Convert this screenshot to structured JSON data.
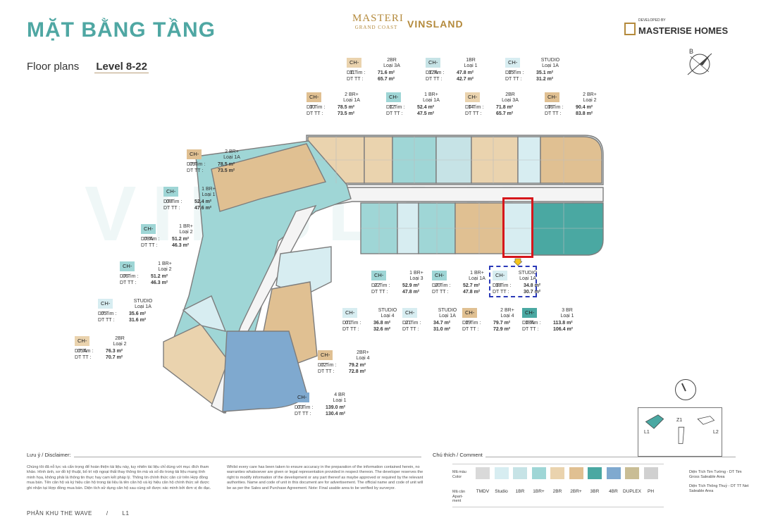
{
  "header": {
    "title": "MẶT BẰNG TẦNG",
    "subtitle": "Floor plans",
    "level": "Level 8-22",
    "brand_masteri": "MASTERI",
    "brand_masteri_sub": "GRAND COAST",
    "brand_vinsland": "VINSLAND",
    "brand_developer_caption": "DEVELOPED BY",
    "brand_developer": "MASTERISE HOMES"
  },
  "compass_label": "B",
  "watermark": "VINSLAND",
  "units": [
    {
      "id": "ch-11",
      "code": "CH-11",
      "type": "2BR",
      "loai": "Loại 3A",
      "dt_tim_label": "DT Tim :",
      "dt_tim": "71.6 m²",
      "dt_tt_label": "DT TT :",
      "dt_tt": "65.7 m²"
    },
    {
      "id": "ch-12a",
      "code": "CH-12A",
      "type": "1BR",
      "loai": "Loại 1",
      "dt_tim_label": "DT Tim :",
      "dt_tim": "47.8 m²",
      "dt_tt_label": "DT TT :",
      "dt_tt": "42.7 m²"
    },
    {
      "id": "ch-15",
      "code": "CH-15",
      "type": "STUDIO",
      "loai": "Loại 1A",
      "dt_tim_label": "DT Tim :",
      "dt_tim": "35.1 m²",
      "dt_tt_label": "DT TT :",
      "dt_tt": "31.2 m²"
    },
    {
      "id": "ch-10",
      "code": "CH-10",
      "type": "2 BR+",
      "loai": "Loại 1A",
      "dt_tim_label": "DT Tim :",
      "dt_tim": "78.5 m²",
      "dt_tt_label": "DT TT :",
      "dt_tt": "73.5 m²"
    },
    {
      "id": "ch-12",
      "code": "CH-12",
      "type": "1 BR+",
      "loai": "Loại 1A",
      "dt_tim_label": "DT Tim :",
      "dt_tim": "52.4 m²",
      "dt_tt_label": "DT TT :",
      "dt_tt": "47.5 m²"
    },
    {
      "id": "ch-14",
      "code": "CH-14",
      "type": "2BR",
      "loai": "Loại 3A",
      "dt_tim_label": "DT Tim :",
      "dt_tim": "71.8 m²",
      "dt_tt_label": "DT TT :",
      "dt_tt": "65.7 m²"
    },
    {
      "id": "ch-16",
      "code": "CH-16",
      "type": "2 BR+",
      "loai": "Loại 2",
      "dt_tim_label": "DT Tim :",
      "dt_tim": "90.4 m²",
      "dt_tt_label": "DT TT :",
      "dt_tt": "83.8 m²"
    },
    {
      "id": "ch-09",
      "code": "CH-09",
      "type": "2 BR+",
      "loai": "Loại 1A",
      "dt_tim_label": "DT Tim :",
      "dt_tim": "78.5 m²",
      "dt_tt_label": "DT TT :",
      "dt_tt": "73.5 m²"
    },
    {
      "id": "ch-08",
      "code": "CH-08",
      "type": "1 BR+",
      "loai": "Loại 1",
      "dt_tim_label": "DT Tim :",
      "dt_tim": "52.4 m²",
      "dt_tt_label": "DT TT :",
      "dt_tt": "47.6 m²"
    },
    {
      "id": "ch-08a",
      "code": "CH-08A",
      "type": "1 BR+",
      "loai": "Loại 2",
      "dt_tim_label": "DT Tim :",
      "dt_tim": "51.2 m²",
      "dt_tt_label": "DT TT :",
      "dt_tt": "46.3 m²"
    },
    {
      "id": "ch-06",
      "code": "CH-06",
      "type": "1 BR+",
      "loai": "Loại 2",
      "dt_tim_label": "DT Tim :",
      "dt_tim": "51.2 m²",
      "dt_tt_label": "DT TT :",
      "dt_tt": "46.3 m²"
    },
    {
      "id": "ch-05",
      "code": "CH-05",
      "type": "STUDIO",
      "loai": "Loại 1A",
      "dt_tim_label": "DT Tim :",
      "dt_tim": "35.6 m²",
      "dt_tt_label": "DT TT :",
      "dt_tt": "31.6 m²"
    },
    {
      "id": "ch-05a",
      "code": "CH-05A",
      "type": "2BR",
      "loai": "Loại 2",
      "dt_tim_label": "DT Tim :",
      "dt_tim": "76.3 m²",
      "dt_tt_label": "DT TT :",
      "dt_tt": "70.7 m²"
    },
    {
      "id": "ch-22",
      "code": "CH-22",
      "type": "1 BR+",
      "loai": "Loại 3",
      "dt_tim_label": "DT Tim :",
      "dt_tim": "52.9 m²",
      "dt_tt_label": "DT TT :",
      "dt_tt": "47.8 m²"
    },
    {
      "id": "ch-20",
      "code": "CH-20",
      "type": "1 BR+",
      "loai": "Loại 1A",
      "dt_tim_label": "DT Tim :",
      "dt_tim": "52.7 m²",
      "dt_tt_label": "DT TT :",
      "dt_tt": "47.8 m²"
    },
    {
      "id": "ch-18",
      "code": "CH-18",
      "type": "STUDIO",
      "loai": "Loại 1A",
      "dt_tim_label": "DT Tim :",
      "dt_tim": "34.8 m²",
      "dt_tt_label": "DT TT :",
      "dt_tt": "30.7 m²"
    },
    {
      "id": "ch-01",
      "code": "CH-01",
      "type": "STUDIO",
      "loai": "Loại 4",
      "dt_tim_label": "DT Tim :",
      "dt_tim": "36.8 m²",
      "dt_tt_label": "DT TT :",
      "dt_tt": "32.6 m²"
    },
    {
      "id": "ch-21",
      "code": "CH-21",
      "type": "STUDIO",
      "loai": "Loại 1A",
      "dt_tim_label": "DT Tim :",
      "dt_tim": "34.7 m²",
      "dt_tt_label": "DT TT :",
      "dt_tt": "31.0 m²"
    },
    {
      "id": "ch-19",
      "code": "CH-19",
      "type": "2 BR+",
      "loai": "Loại 4",
      "dt_tim_label": "DT Tim :",
      "dt_tim": "79.7 m²",
      "dt_tt_label": "DT TT :",
      "dt_tt": "72.9 m²"
    },
    {
      "id": "ch-18a",
      "code": "CH-18A",
      "type": "3 BR",
      "loai": "Loại 1",
      "dt_tim_label": "DT Tim :",
      "dt_tim": "113.8 m²",
      "dt_tt_label": "DT TT :",
      "dt_tt": "106.4 m²"
    },
    {
      "id": "ch-02",
      "code": "CH-02",
      "type": "2BR+",
      "loai": "Loại 4",
      "dt_tim_label": "DT Tim :",
      "dt_tim": "79.2 m²",
      "dt_tt_label": "DT TT :",
      "dt_tt": "72.8 m²"
    },
    {
      "id": "ch-03",
      "code": "CH-03",
      "type": "4 BR",
      "loai": "Loại 1",
      "dt_tim_label": "DT Tim :",
      "dt_tim": "139.0 m²",
      "dt_tt_label": "DT TT :",
      "dt_tt": "130.4 m²"
    }
  ],
  "mini_map": {
    "l1": "L1",
    "z1": "Z1",
    "l2": "L2"
  },
  "disclaimer": {
    "title": "Lưu ý / Disclaimer:",
    "vi": "Chúng tôi đã nỗ lực và cẩn trọng để hoàn thiện tài liệu này, tuy nhiên tài liệu chỉ dùng với mục đích tham khảo. Hình ảnh, sơ đồ kỹ thuật, bố trí nội ngoại thất thay thông tin mà và số đo trong tài liệu mang tính minh họa, không phải là thông tin thực hay cam kết pháp lý. Thông tin chính thức căn cứ trên Hợp đồng mua bán. Tên căn hộ và ký hiệu căn hộ trong tài liệu là tên căn hộ và ký hiệu căn hộ chính thức sẽ được ghi nhận tại Hợp đồng mua bán. Diện tích sử dụng căn hộ sau cùng sẽ được xác minh bởi đơn vị đo đạc.",
    "en": "Whilst every care has been taken to ensure accuracy in the preparation of the information contained herein, no warranties whatsoever are given or legal representation provided in respect thereon. The developer reserves the right to modify information of the development or any part thereof as maybe approved or required by the relevant authorities. Name and code of unit in this document are for advertisement. The official name and code of unit will be as per the Sales and Purchase Agreement. Note: Final usable area to be verified by surveyor."
  },
  "legend": {
    "title": "Chú thích / Comment",
    "color_label": "Mã màu Color",
    "apartment_label": "Mã căn Apart- ment",
    "items": [
      {
        "label": "TMDV",
        "color": "#d9d9d9"
      },
      {
        "label": "Studio",
        "color": "#d7edf1"
      },
      {
        "label": "1BR",
        "color": "#c6e3e6"
      },
      {
        "label": "1BR+",
        "color": "#9fd6d6"
      },
      {
        "label": "2BR",
        "color": "#ead3ae"
      },
      {
        "label": "2BR+",
        "color": "#e0c092"
      },
      {
        "label": "3BR",
        "color": "#4aa8a2"
      },
      {
        "label": "4BR",
        "color": "#7fa9cf"
      },
      {
        "label": "DUPLEX",
        "color": "#c9bd95"
      },
      {
        "label": "PH",
        "color": "#d0d0d0"
      }
    ]
  },
  "area_notes": {
    "tim": "Diện Tích Tim Tường - DT Tim Gross Saleable Area",
    "tt": "Diện Tích Thông Thuỷ - DT TT Net Saleable Area"
  },
  "footer": {
    "zone": "PHÂN KHU THE WAVE",
    "separator": "/",
    "code": "L1"
  },
  "colors": {
    "title": "#4fa7a3",
    "highlight_red": "#d6161b",
    "highlight_blue": "#2a39b8"
  }
}
